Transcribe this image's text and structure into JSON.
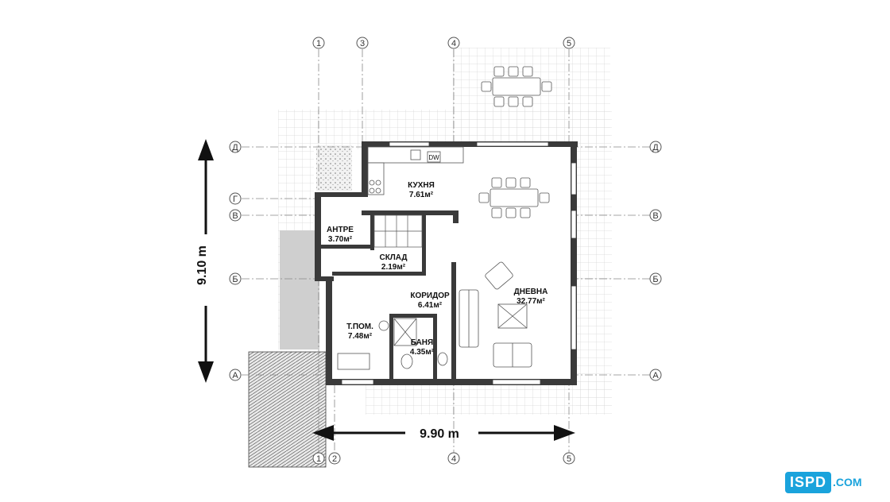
{
  "plan": {
    "axes_vertical": [
      "1",
      "3",
      "4",
      "5"
    ],
    "axes_vertical_bottom": [
      "1",
      "2",
      "4",
      "5"
    ],
    "axes_horizontal": [
      "Д",
      "Г",
      "В",
      "Б",
      "А"
    ],
    "dimension_width": "9.90 m",
    "dimension_height": "9.10 m",
    "rooms": [
      {
        "name": "КУХНЯ",
        "area": "7.61м²"
      },
      {
        "name": "АНТРЕ",
        "area": "3.70м²"
      },
      {
        "name": "СКЛАД",
        "area": "2.19м²"
      },
      {
        "name": "КОРИДОР",
        "area": "6.41м²"
      },
      {
        "name": "ДНЕВНА",
        "area": "32.77м²"
      },
      {
        "name": "Т.ПОМ.",
        "area": "7.48м²"
      },
      {
        "name": "БАНЯ",
        "area": "4.35м²"
      }
    ],
    "appliance_label": "DW"
  },
  "logo": {
    "brand": "ISPD",
    "suffix": ".COM"
  },
  "colors": {
    "wall": "#3a3a3a",
    "grid": "#c8c8c8",
    "logo": "#1aa3dc"
  }
}
